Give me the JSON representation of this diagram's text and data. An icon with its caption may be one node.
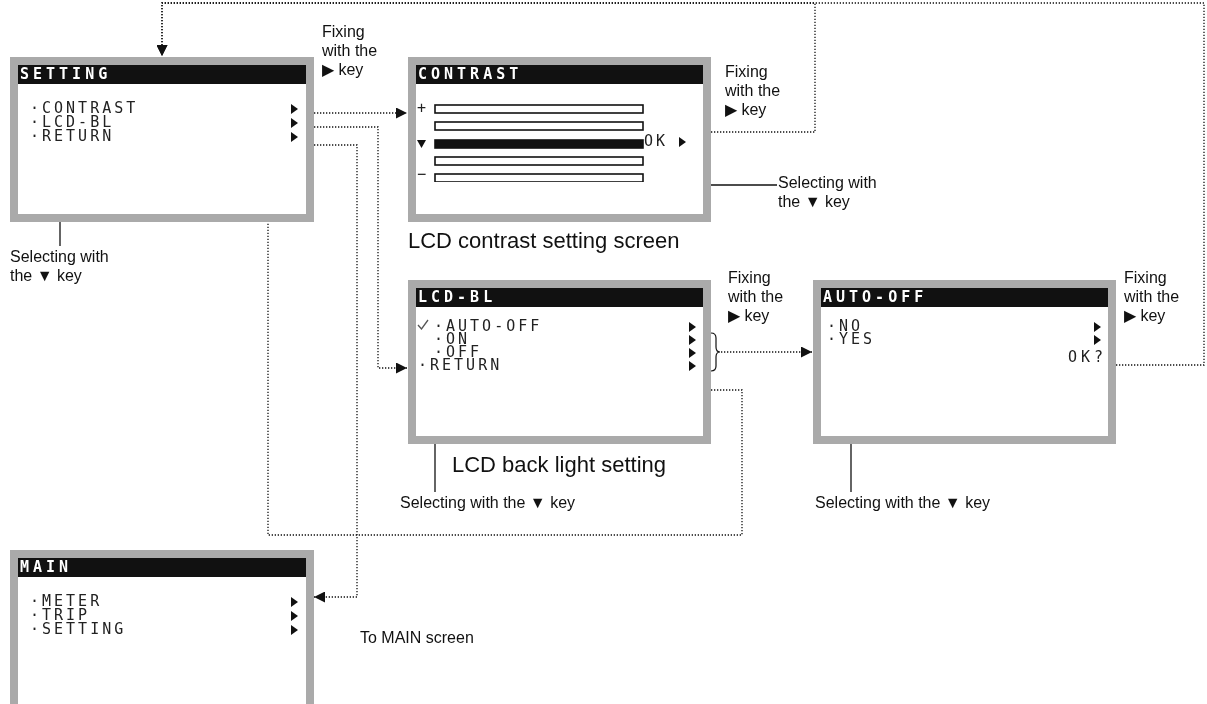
{
  "diagram": {
    "nodes": [
      {
        "text": [
          "SETTING",
          "·CONTRAST",
          "·LCD-BL",
          "·RETURN"
        ]
      },
      {
        "text": [
          "CONTRAST",
          "+",
          "OK",
          "−"
        ],
        "beside": [
          "LCD contrast setting screen"
        ]
      },
      {
        "text": [
          "LCD-BL",
          "·AUTO-OFF",
          "·ON",
          "·OFF",
          "·RETURN"
        ],
        "beside": [
          "LCD back light setting"
        ]
      },
      {
        "text": [
          "AUTO-OFF",
          "·NO",
          "·YES",
          "OK?"
        ]
      },
      {
        "text": [
          "MAIN",
          "·METER",
          "·TRIP",
          "·SETTING"
        ]
      },
      {
        "text": [
          "Selecting with the ▼ key"
        ]
      },
      {
        "text": [
          "Selecting with the ▼ key"
        ]
      },
      {
        "text": [
          "Selecting with the ▼ key"
        ]
      },
      {
        "text": [
          "Selecting with the ▼ key"
        ]
      }
    ],
    "edges": [
      {
        "from": 0,
        "to": 1,
        "arrow": "to",
        "label": "Fixing with the ▶ key",
        "style": "dashed"
      },
      {
        "from": 0,
        "to": 2,
        "arrow": "to",
        "style": "dashed"
      },
      {
        "from": 0,
        "to": 4,
        "arrow": "to",
        "label": "To MAIN screen",
        "style": "dashed"
      },
      {
        "from": 1,
        "to": 0,
        "arrow": "to",
        "label": "Fixing with the ▶ key",
        "style": "dashed"
      },
      {
        "from": 2,
        "to": 3,
        "arrow": "to",
        "label": "Fixing with the ▶ key",
        "style": "dashed"
      },
      {
        "from": 3,
        "to": 0,
        "arrow": "to",
        "label": "Fixing with the ▶ key",
        "style": "dashed"
      },
      {
        "from": 2,
        "to": 0,
        "arrow": "none",
        "style": "dashed"
      },
      {
        "from": 5,
        "to": 0,
        "arrow": "other"
      },
      {
        "from": 6,
        "to": 1,
        "arrow": "other"
      },
      {
        "from": 7,
        "to": 2,
        "arrow": "other"
      },
      {
        "from": 8,
        "to": 3,
        "arrow": "other"
      }
    ]
  }
}
